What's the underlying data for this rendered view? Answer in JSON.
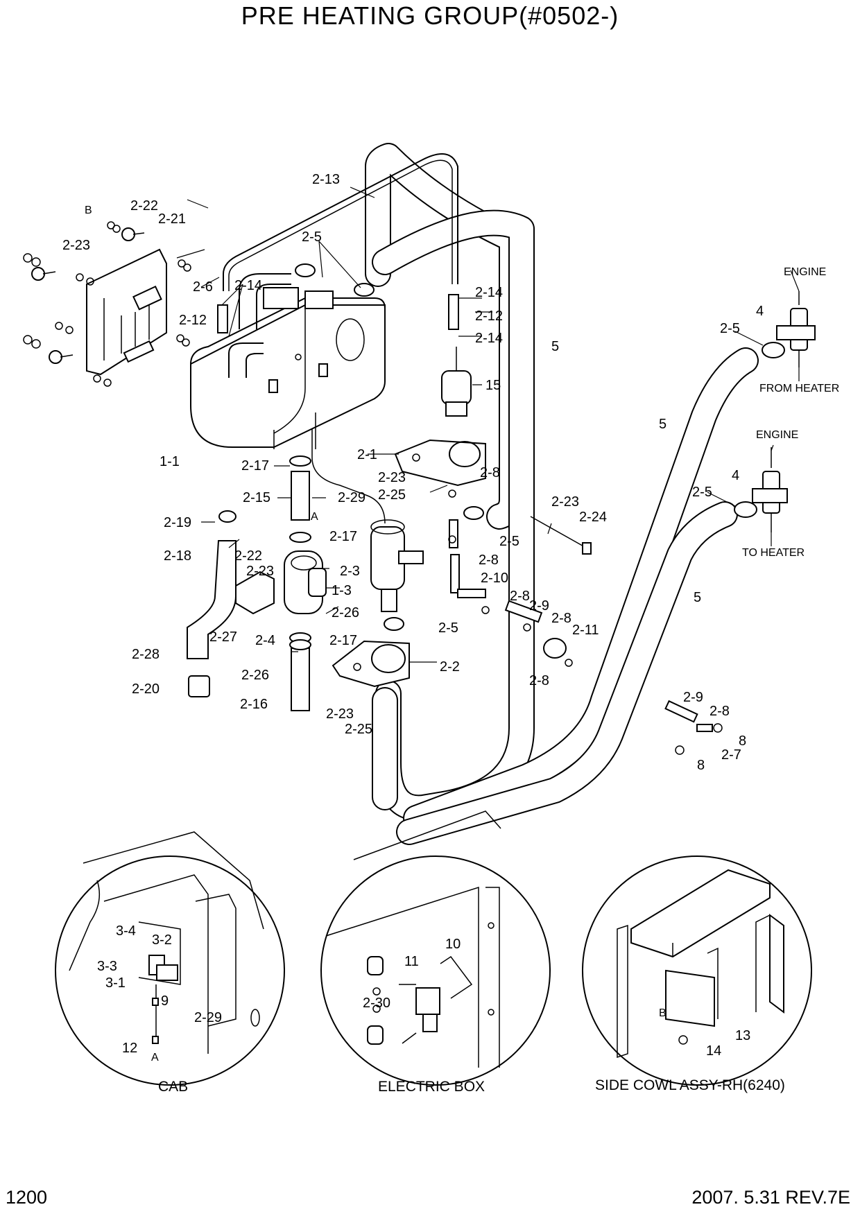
{
  "title": "PRE HEATING GROUP(#0502-)",
  "page_number": "1200",
  "revision": "2007. 5.31  REV.7E",
  "detail_views": {
    "cab": "CAB",
    "electric_box": "ELECTRIC BOX",
    "side_cowl": "SIDE COWL ASSY-RH(6240)"
  },
  "callouts": {
    "engine": "ENGINE",
    "from_heater": "FROM HEATER",
    "to_heater": "TO HEATER",
    "ref_a": "A",
    "ref_b": "B"
  },
  "parts": {
    "p2_13": "2-13",
    "p2_22": "2-22",
    "p2_21": "2-21",
    "p2_23": "2-23",
    "p2_5": "2-5",
    "p2_6": "2-6",
    "p2_14": "2-14",
    "p2_12": "2-12",
    "p1_1": "1-1",
    "p2_17": "2-17",
    "p2_15": "2-15",
    "p2_29": "2-29",
    "p2_19": "2-19",
    "p2_18": "2-18",
    "p2_3": "2-3",
    "p1_3": "1-3",
    "p2_26": "2-26",
    "p2_27": "2-27",
    "p2_4": "2-4",
    "p2_28": "2-28",
    "p2_20": "2-20",
    "p2_16": "2-16",
    "p2_25": "2-25",
    "p2_1": "2-1",
    "p2_8": "2-8",
    "p2_24": "2-24",
    "p2_10": "2-10",
    "p2_9": "2-9",
    "p2_11": "2-11",
    "p2_2": "2-2",
    "p2_7": "2-7",
    "p15": "15",
    "p5": "5",
    "p4": "4",
    "p8": "8",
    "p3_4": "3-4",
    "p3_2": "3-2",
    "p3_3": "3-3",
    "p3_1": "3-1",
    "p9": "9",
    "p12": "12",
    "p10": "10",
    "p11": "11",
    "p2_30": "2-30",
    "p13": "13",
    "p14": "14"
  }
}
